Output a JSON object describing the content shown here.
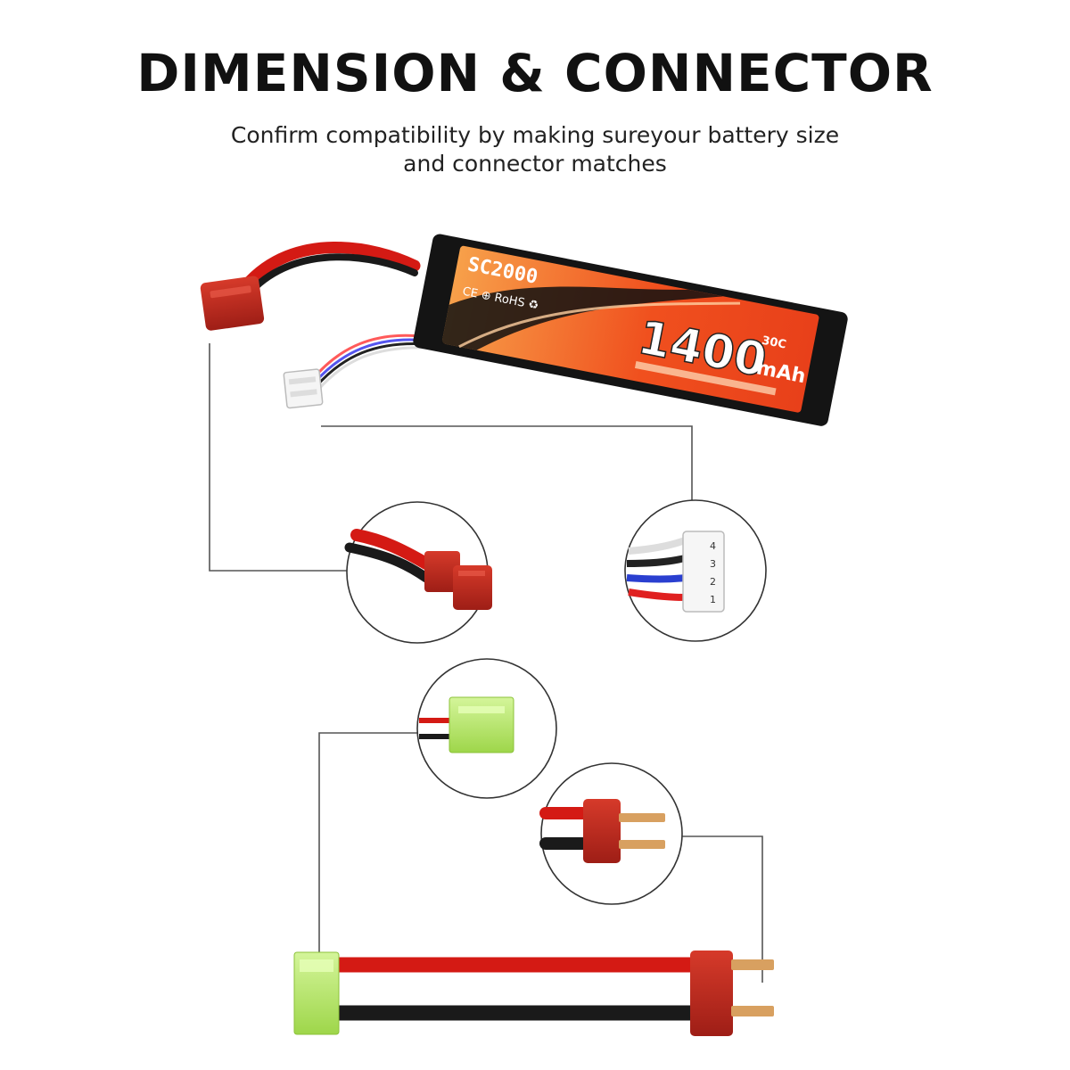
{
  "header": {
    "title": "DIMENSION & CONNECTOR",
    "subtitle_line1": "Confirm compatibility by making sureyour battery size",
    "subtitle_line2": "and connector matches"
  },
  "battery": {
    "brand": "SC2000",
    "capacity": "1400",
    "unit": "mAh",
    "rate": "30C",
    "certs": "CE ⊕ RoHS ♻"
  },
  "balance_plug": {
    "pin_labels": [
      "4",
      "3",
      "2",
      "1"
    ]
  },
  "colors": {
    "battery_body": "#141414",
    "label_orange": "#f0501e",
    "wire_red": "#d41a14",
    "connector_red": "#b8261d",
    "tamiya_green": "#b8e86a",
    "line_gray": "#555555"
  }
}
